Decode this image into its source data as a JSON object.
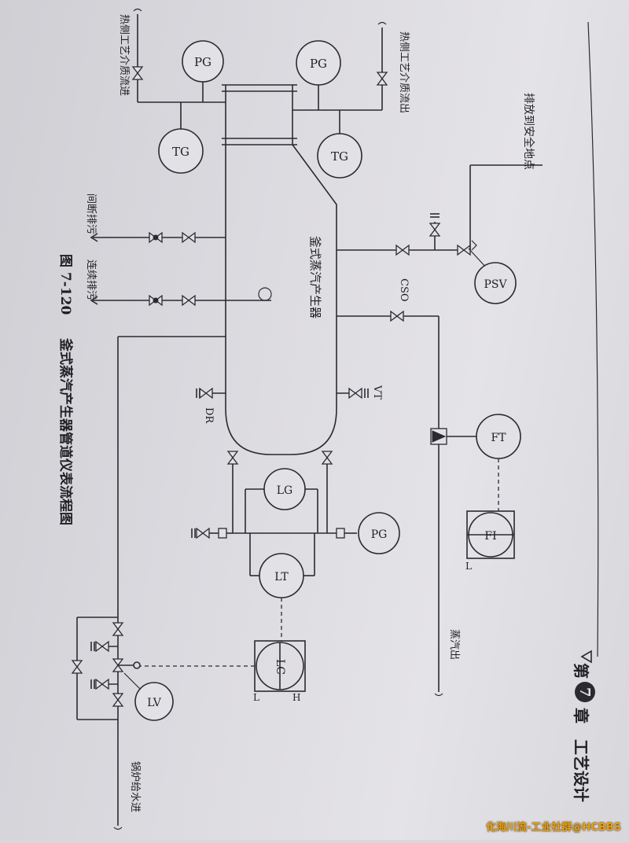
{
  "chapter": {
    "prefix": "第",
    "number": "7",
    "suffix": "章",
    "title": "工艺设计"
  },
  "figure": {
    "number": "图 7-120",
    "title": "釜式蒸汽产生器管道仪表流程图"
  },
  "vessel_label": "釜式蒸汽产生器",
  "streams": {
    "hot_in": "热侧工艺介质流进",
    "hot_out": "热侧工艺介质流出",
    "vent_safe": "排放到安全地点",
    "intermittent_blowdown": "间断排污",
    "continuous_blowdown": "连续排污",
    "steam_out": "蒸汽出",
    "feedwater_in": "锅炉给水进"
  },
  "instruments": {
    "pg_1": "PG",
    "pg_2": "PG",
    "pg_3": "PG",
    "tg_1": "TG",
    "tg_2": "TG",
    "psv": "PSV",
    "ft": "FT",
    "fi": "FI",
    "lg": "LG",
    "lt": "LT",
    "lc": "LC",
    "lv": "LV"
  },
  "labels": {
    "cso": "CSO",
    "vt": "VT",
    "dr": "DR",
    "fi_l": "L",
    "lc_h": "H",
    "lc_l": "L"
  },
  "watermark": "化海川流-工业社群@HCBBS",
  "colors": {
    "page": "#dcdbe0",
    "ink": "#2a2a30",
    "watermark": "#f0a000"
  }
}
